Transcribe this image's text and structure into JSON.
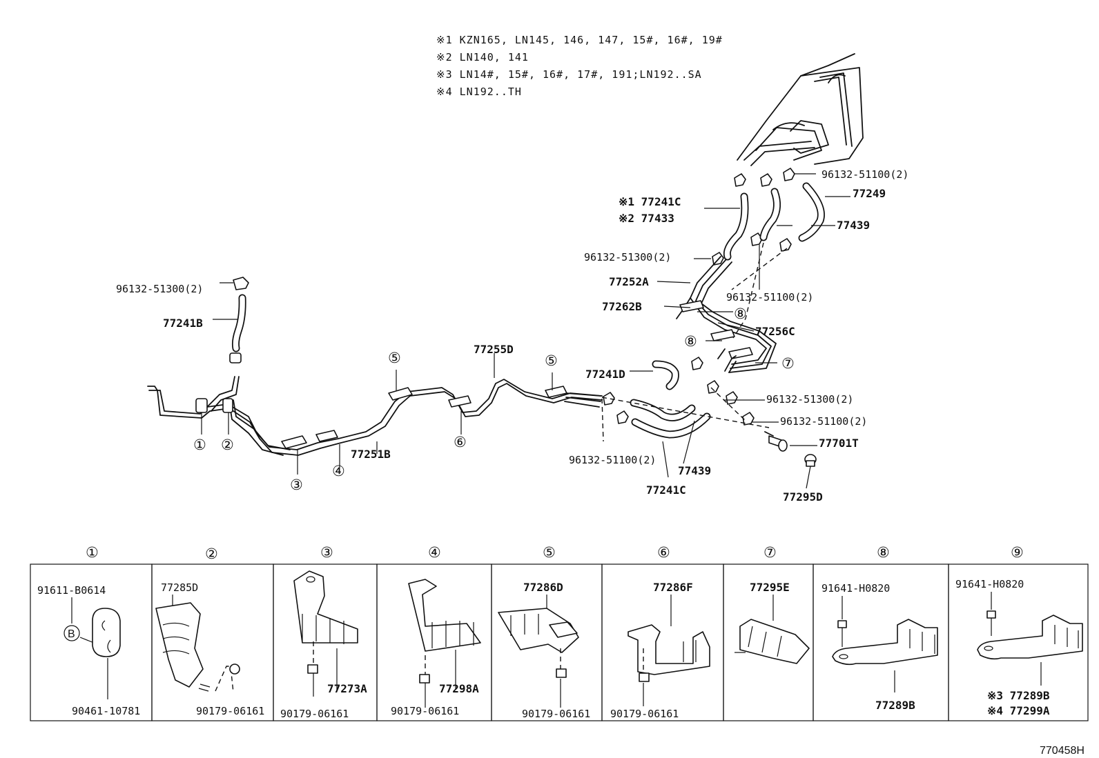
{
  "notes": [
    "※1  KZN165, LN145, 146, 147, 15#, 16#, 19#",
    "※2  LN140, 141",
    "※3  LN14#, 15#, 16#, 17#, 191;LN192..SA",
    "※4  LN192..TH"
  ],
  "labels": {
    "clip_96132_51100_top": "96132-51100(2)",
    "hose_77249": "77249",
    "hose_77241c_top": "※1 77241C",
    "hose_77433": "※2 77433",
    "hose_77439_top": "77439",
    "clip_96132_51300_mid": "96132-51300(2)",
    "pipe_77252a": "77252A",
    "clip_96132_51100_mid": "96132-51100(2)",
    "pipe_77262b": "77262B",
    "pipe_77256c": "77256C",
    "clip_96132_51300_left": "96132-51300(2)",
    "hose_77241b": "77241B",
    "pipe_77255d": "77255D",
    "hose_77241d": "77241D",
    "pipe_77251b": "77251B",
    "clip_96132_51300_right": "96132-51300(2)",
    "clip_96132_51100_right": "96132-51100(2)",
    "valve_77701t": "77701T",
    "clip_96132_51100_bottom": "96132-51100(2)",
    "hose_77439_bottom": "77439",
    "hose_77241c_bottom": "77241C",
    "cap_77295d": "77295D"
  },
  "callouts": {
    "c1": "①",
    "c2": "②",
    "c3": "③",
    "c4": "④",
    "c5a": "⑤",
    "c5b": "⑤",
    "c6": "⑥",
    "c7": "⑦",
    "c8a": "⑧",
    "c8b": "⑧"
  },
  "details": [
    {
      "num": "①",
      "parts": [
        "91611-B0614",
        "90461-10781"
      ],
      "marker": "B"
    },
    {
      "num": "②",
      "parts": [
        "77285D",
        "90179-06161"
      ]
    },
    {
      "num": "③",
      "parts": [
        "77273A",
        "90179-06161"
      ]
    },
    {
      "num": "④",
      "parts": [
        "77298A",
        "90179-06161"
      ]
    },
    {
      "num": "⑤",
      "parts": [
        "77286D",
        "90179-06161"
      ]
    },
    {
      "num": "⑥",
      "parts": [
        "77286F",
        "90179-06161"
      ]
    },
    {
      "num": "⑦",
      "parts": [
        "77295E"
      ]
    },
    {
      "num": "⑧",
      "parts": [
        "91641-H0820",
        "77289B"
      ]
    },
    {
      "num": "⑨",
      "parts": [
        "91641-H0820",
        "※3  77289B",
        "※4  77299A"
      ]
    }
  ],
  "figure_code": "770458H"
}
